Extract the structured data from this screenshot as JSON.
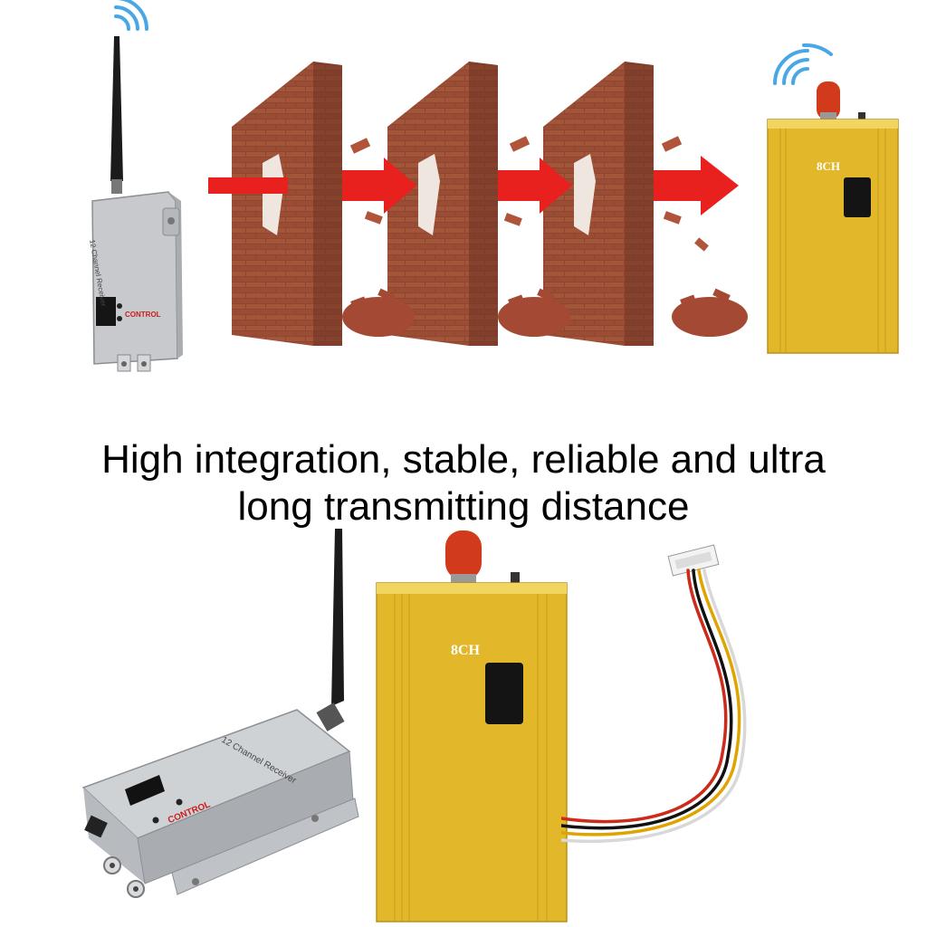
{
  "headline": {
    "line1": "High integration, stable, reliable and ultra",
    "line2": "long transmitting distance"
  },
  "receiver": {
    "label": "12 Channel Receiver",
    "control_label": "CONTROL"
  },
  "transmitter": {
    "channel_label": "8CH"
  },
  "colors": {
    "arrow": "#e8201e",
    "brick": "#9a4a30",
    "transmitter_gold": "#e2b72a",
    "receiver_silver": "#c9ccd0",
    "antenna_tip": "#d23a1c",
    "signal_wave": "#49a7e6"
  }
}
